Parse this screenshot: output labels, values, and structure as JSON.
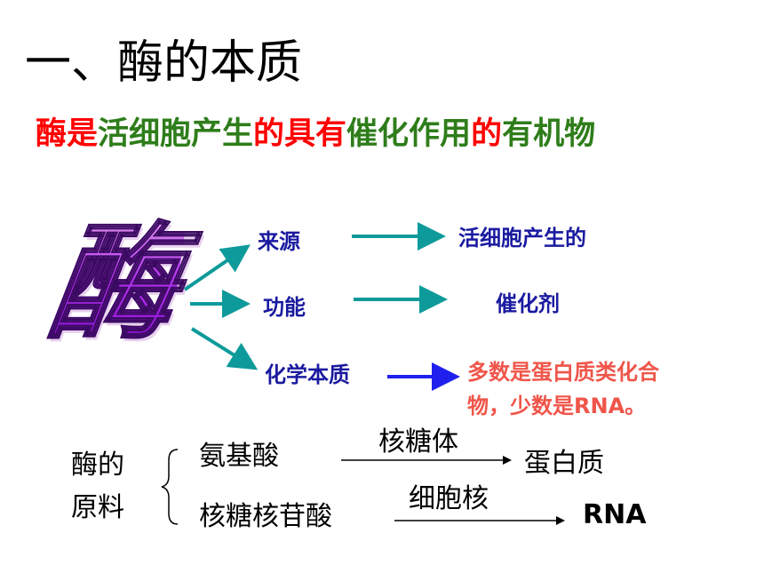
{
  "slide": {
    "title": "一、酶的本质",
    "definition": [
      {
        "text": "酶是",
        "color": "#ff0000"
      },
      {
        "text": "活细胞产生",
        "color": "#2e7d1a"
      },
      {
        "text": "的具有",
        "color": "#ff0000"
      },
      {
        "text": "催化作用",
        "color": "#2e7d1a"
      },
      {
        "text": "的",
        "color": "#ff0000"
      },
      {
        "text": "有机物",
        "color": "#2e7d1a"
      }
    ],
    "art_char": "酶",
    "branches": {
      "source": {
        "label": "来源",
        "result": "活细胞产生的"
      },
      "function": {
        "label": "功能",
        "result": "催化剂"
      },
      "nature": {
        "label": "化学本质",
        "result_line1": "多数是蛋白质类化合",
        "result_line2": "物，少数是RNA。"
      }
    },
    "raw_material": {
      "label_line1": "酶的",
      "label_line2": "原料",
      "row1": {
        "input": "氨基酸",
        "site": "核糖体",
        "product": "蛋白质"
      },
      "row2": {
        "input": "核糖核苷酸",
        "site": "细胞核",
        "product": "RNA"
      }
    },
    "colors": {
      "teal_arrow": "#0e9a9a",
      "blue_arrow": "#2020ee",
      "label_blue": "#1a1aa0",
      "red_text": "#f0554a"
    }
  }
}
